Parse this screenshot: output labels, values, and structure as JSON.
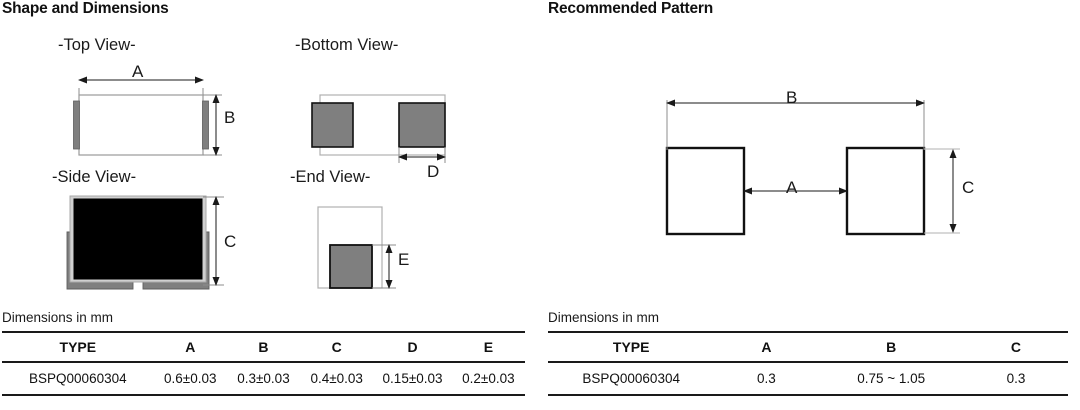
{
  "left_panel": {
    "title": "Shape and Dimensions",
    "views": {
      "top": "-Top View-",
      "bottom": "-Bottom View-",
      "side": "-Side View-",
      "end": "-End View-"
    },
    "dimension_letters": {
      "A": "A",
      "B": "B",
      "C": "C",
      "D": "D",
      "E": "E"
    },
    "units_note": "Dimensions in mm",
    "table": {
      "headers": [
        "TYPE",
        "A",
        "B",
        "C",
        "D",
        "E"
      ],
      "rows": [
        [
          "BSPQ00060304",
          "0.6±0.03",
          "0.3±0.03",
          "0.4±0.03",
          "0.15±0.03",
          "0.2±0.03"
        ]
      ]
    }
  },
  "right_panel": {
    "title": "Recommended Pattern",
    "dimension_letters": {
      "A": "A",
      "B": "B",
      "C": "C"
    },
    "units_note": "Dimensions in mm",
    "table": {
      "headers": [
        "TYPE",
        "A",
        "B",
        "C"
      ],
      "rows": [
        [
          "BSPQ00060304",
          "0.3",
          "0.75 ~ 1.05",
          "0.3"
        ]
      ]
    }
  },
  "colors": {
    "body_black": "#000000",
    "terminal_gray": "#7f7f7f",
    "outline_light": "#b3b3b3",
    "outline_dark": "#1a1a1a",
    "background": "#ffffff"
  }
}
